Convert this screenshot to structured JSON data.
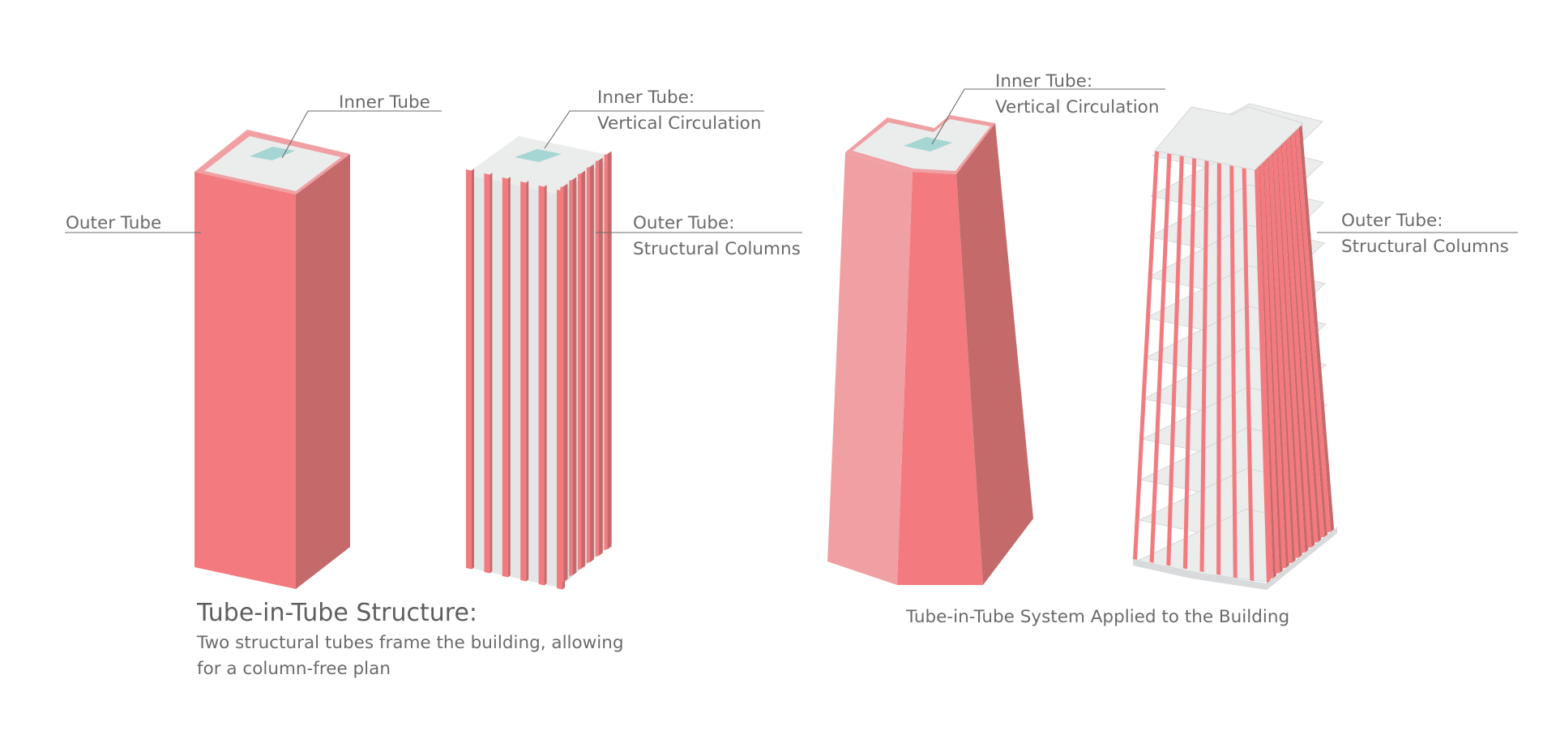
{
  "colors": {
    "front": "#f37b80",
    "side": "#c56a6a",
    "light": "#f0a0a2",
    "slab": "#ebecec",
    "core": "#a6d6d4",
    "leader": "#6b6b6b",
    "text": "#6a6a6a"
  },
  "labels": {
    "outer_tube": "Outer Tube",
    "inner_tube": "Inner Tube",
    "inner_tube_colon": "Inner Tube:",
    "vertical_circulation": "Vertical Circulation",
    "outer_tube_colon": "Outer Tube:",
    "structural_columns": "Structural Columns"
  },
  "captions": {
    "left_title": "Tube-in-Tube Structure:",
    "left_line1": "Two structural tubes frame the building, allowing",
    "left_line2": "for a column-free plan",
    "right_title": "Tube-in-Tube System Applied to the Building"
  }
}
